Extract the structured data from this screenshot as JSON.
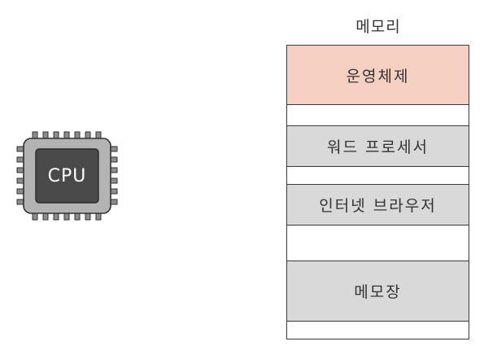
{
  "cpu": {
    "label": "CPU"
  },
  "memory": {
    "title": "메모리",
    "blocks": [
      {
        "label": "운영체제",
        "color": "#f6d0c3"
      },
      {
        "label": "워드 프로세서",
        "color": "#d9d9d9"
      },
      {
        "label": "인터넷 브라우저",
        "color": "#d9d9d9"
      },
      {
        "label": "메모장",
        "color": "#d9d9d9"
      }
    ]
  }
}
